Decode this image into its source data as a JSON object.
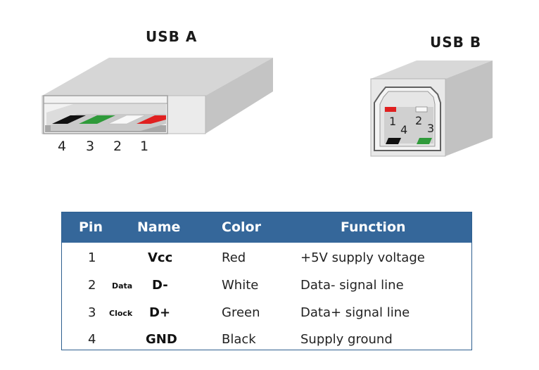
{
  "diagram": {
    "usb_a": {
      "title": "USB A",
      "pin_numbers": [
        "4",
        "3",
        "2",
        "1"
      ],
      "pin_colors": [
        "#111111",
        "#2f9a3a",
        "#f4f4f4",
        "#e02020"
      ]
    },
    "usb_b": {
      "title": "USB B",
      "pin_numbers": [
        "1",
        "2",
        "3",
        "4"
      ],
      "pin_colors": [
        "#e02020",
        "#f4f4f4",
        "#2f9a3a",
        "#111111"
      ]
    }
  },
  "table": {
    "headers": [
      "Pin",
      "Name",
      "Color",
      "Function"
    ],
    "rows": [
      {
        "pin": "1",
        "tag": "",
        "name": "Vcc",
        "color": "Red",
        "function": "+5V supply voltage"
      },
      {
        "pin": "2",
        "tag": "Data",
        "name": "D-",
        "color": "White",
        "function": "Data- signal line"
      },
      {
        "pin": "3",
        "tag": "Clock",
        "name": "D+",
        "color": "Green",
        "function": "Data+ signal line"
      },
      {
        "pin": "4",
        "tag": "",
        "name": "GND",
        "color": "Black",
        "function": "Supply ground"
      }
    ],
    "header_color": "#35679a"
  }
}
